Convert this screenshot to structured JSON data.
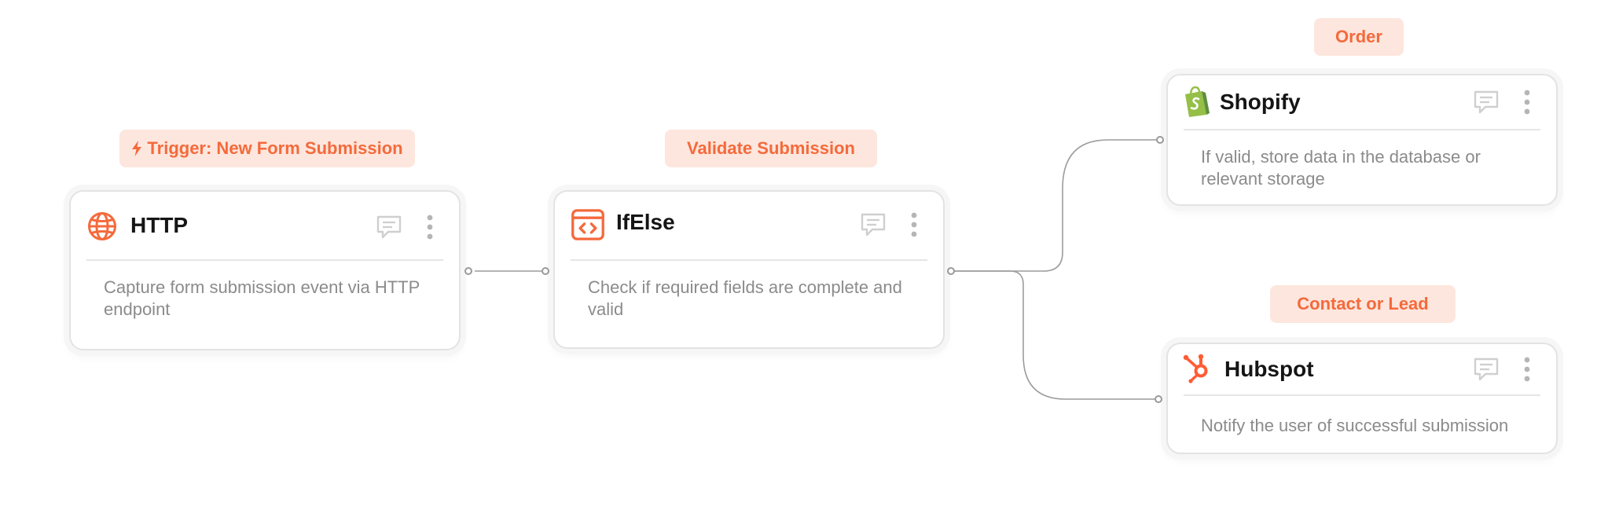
{
  "nodes": {
    "http": {
      "tag": "Trigger: New Form Submission",
      "name": "HTTP",
      "description": "Capture form submission event via HTTP endpoint",
      "icon": "globe-icon"
    },
    "ifelse": {
      "tag": "Validate Submission",
      "name": "IfElse",
      "description": "Check if required fields are complete and valid",
      "icon": "code-branch-icon"
    },
    "shopify": {
      "tag": "Order",
      "name": "Shopify",
      "description": "If valid, store data in the database or relevant storage",
      "icon": "shopify-bag-icon"
    },
    "hubspot": {
      "tag": "Contact or Lead",
      "name": "Hubspot",
      "description": "Notify the user of successful submission",
      "icon": "hubspot-sprocket-icon"
    }
  },
  "colors": {
    "accent": "#f46a3c",
    "tag_background": "#fde6dd",
    "shopify_green": "#95bf47",
    "hubspot_orange": "#ff5c35",
    "muted_text": "#8b8b8b"
  }
}
